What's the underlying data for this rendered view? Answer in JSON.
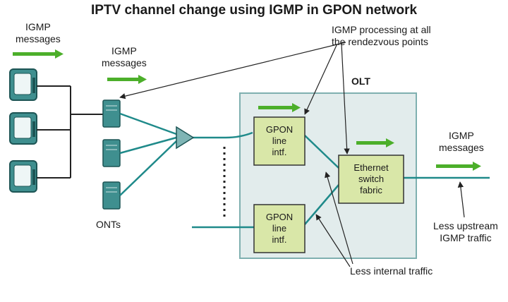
{
  "title": "IPTV channel change using IGMP in GPON network",
  "labels": {
    "igmp_messages_left": "IGMP\nmessages",
    "igmp_messages_mid": "IGMP\nmessages",
    "igmp_messages_right": "IGMP\nmessages",
    "igmp_processing": "IGMP processing at all\nthe rendezvous points",
    "olt": "OLT",
    "onts": "ONTs",
    "less_upstream": "Less upstream\nIGMP traffic",
    "less_internal": "Less internal traffic"
  },
  "boxes": {
    "gpon_top": "GPON\nline\nintf.",
    "gpon_bottom": "GPON\nline\nintf.",
    "switch": "Ethernet\nswitch\nfabric"
  },
  "colors": {
    "teal_line": "#1f8a8a",
    "arrow_green": "#4caf2a",
    "olt_fill": "#e2ecec",
    "box_fill": "#d9e7a8",
    "ont_fill": "#3f8f8f",
    "tv_fill": "#3f8f8f"
  }
}
